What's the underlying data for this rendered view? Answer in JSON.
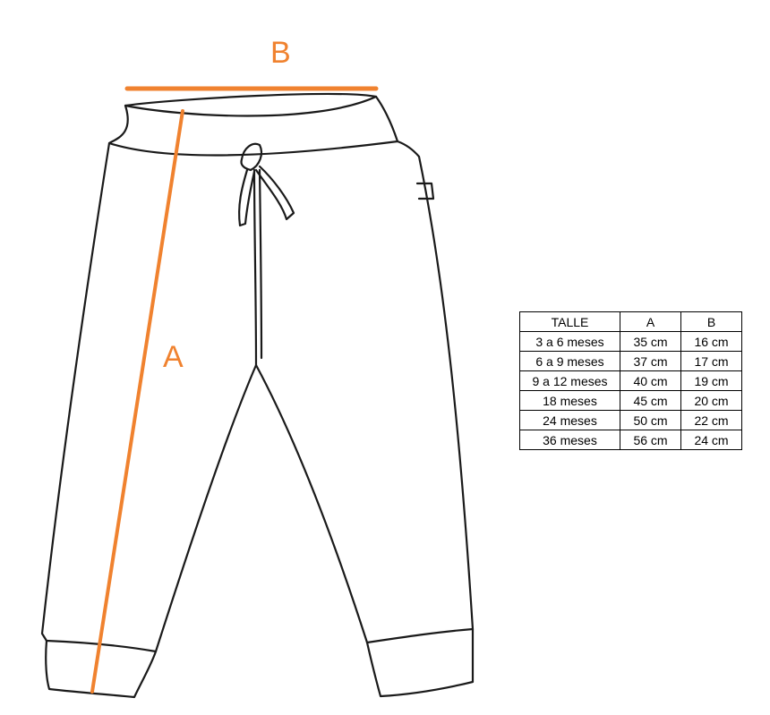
{
  "labels": {
    "a": "A",
    "b": "B"
  },
  "colors": {
    "accent": "#f0822f",
    "outline": "#1a1a1a"
  },
  "size_table": {
    "headers": [
      "TALLE",
      "A",
      "B"
    ],
    "rows": [
      [
        "3 a 6 meses",
        "35 cm",
        "16 cm"
      ],
      [
        "6 a 9 meses",
        "37 cm",
        "17 cm"
      ],
      [
        "9 a 12 meses",
        "40 cm",
        "19 cm"
      ],
      [
        "18 meses",
        "45 cm",
        "20 cm"
      ],
      [
        "24 meses",
        "50 cm",
        "22 cm"
      ],
      [
        "36 meses",
        "56 cm",
        "24 cm"
      ]
    ]
  }
}
